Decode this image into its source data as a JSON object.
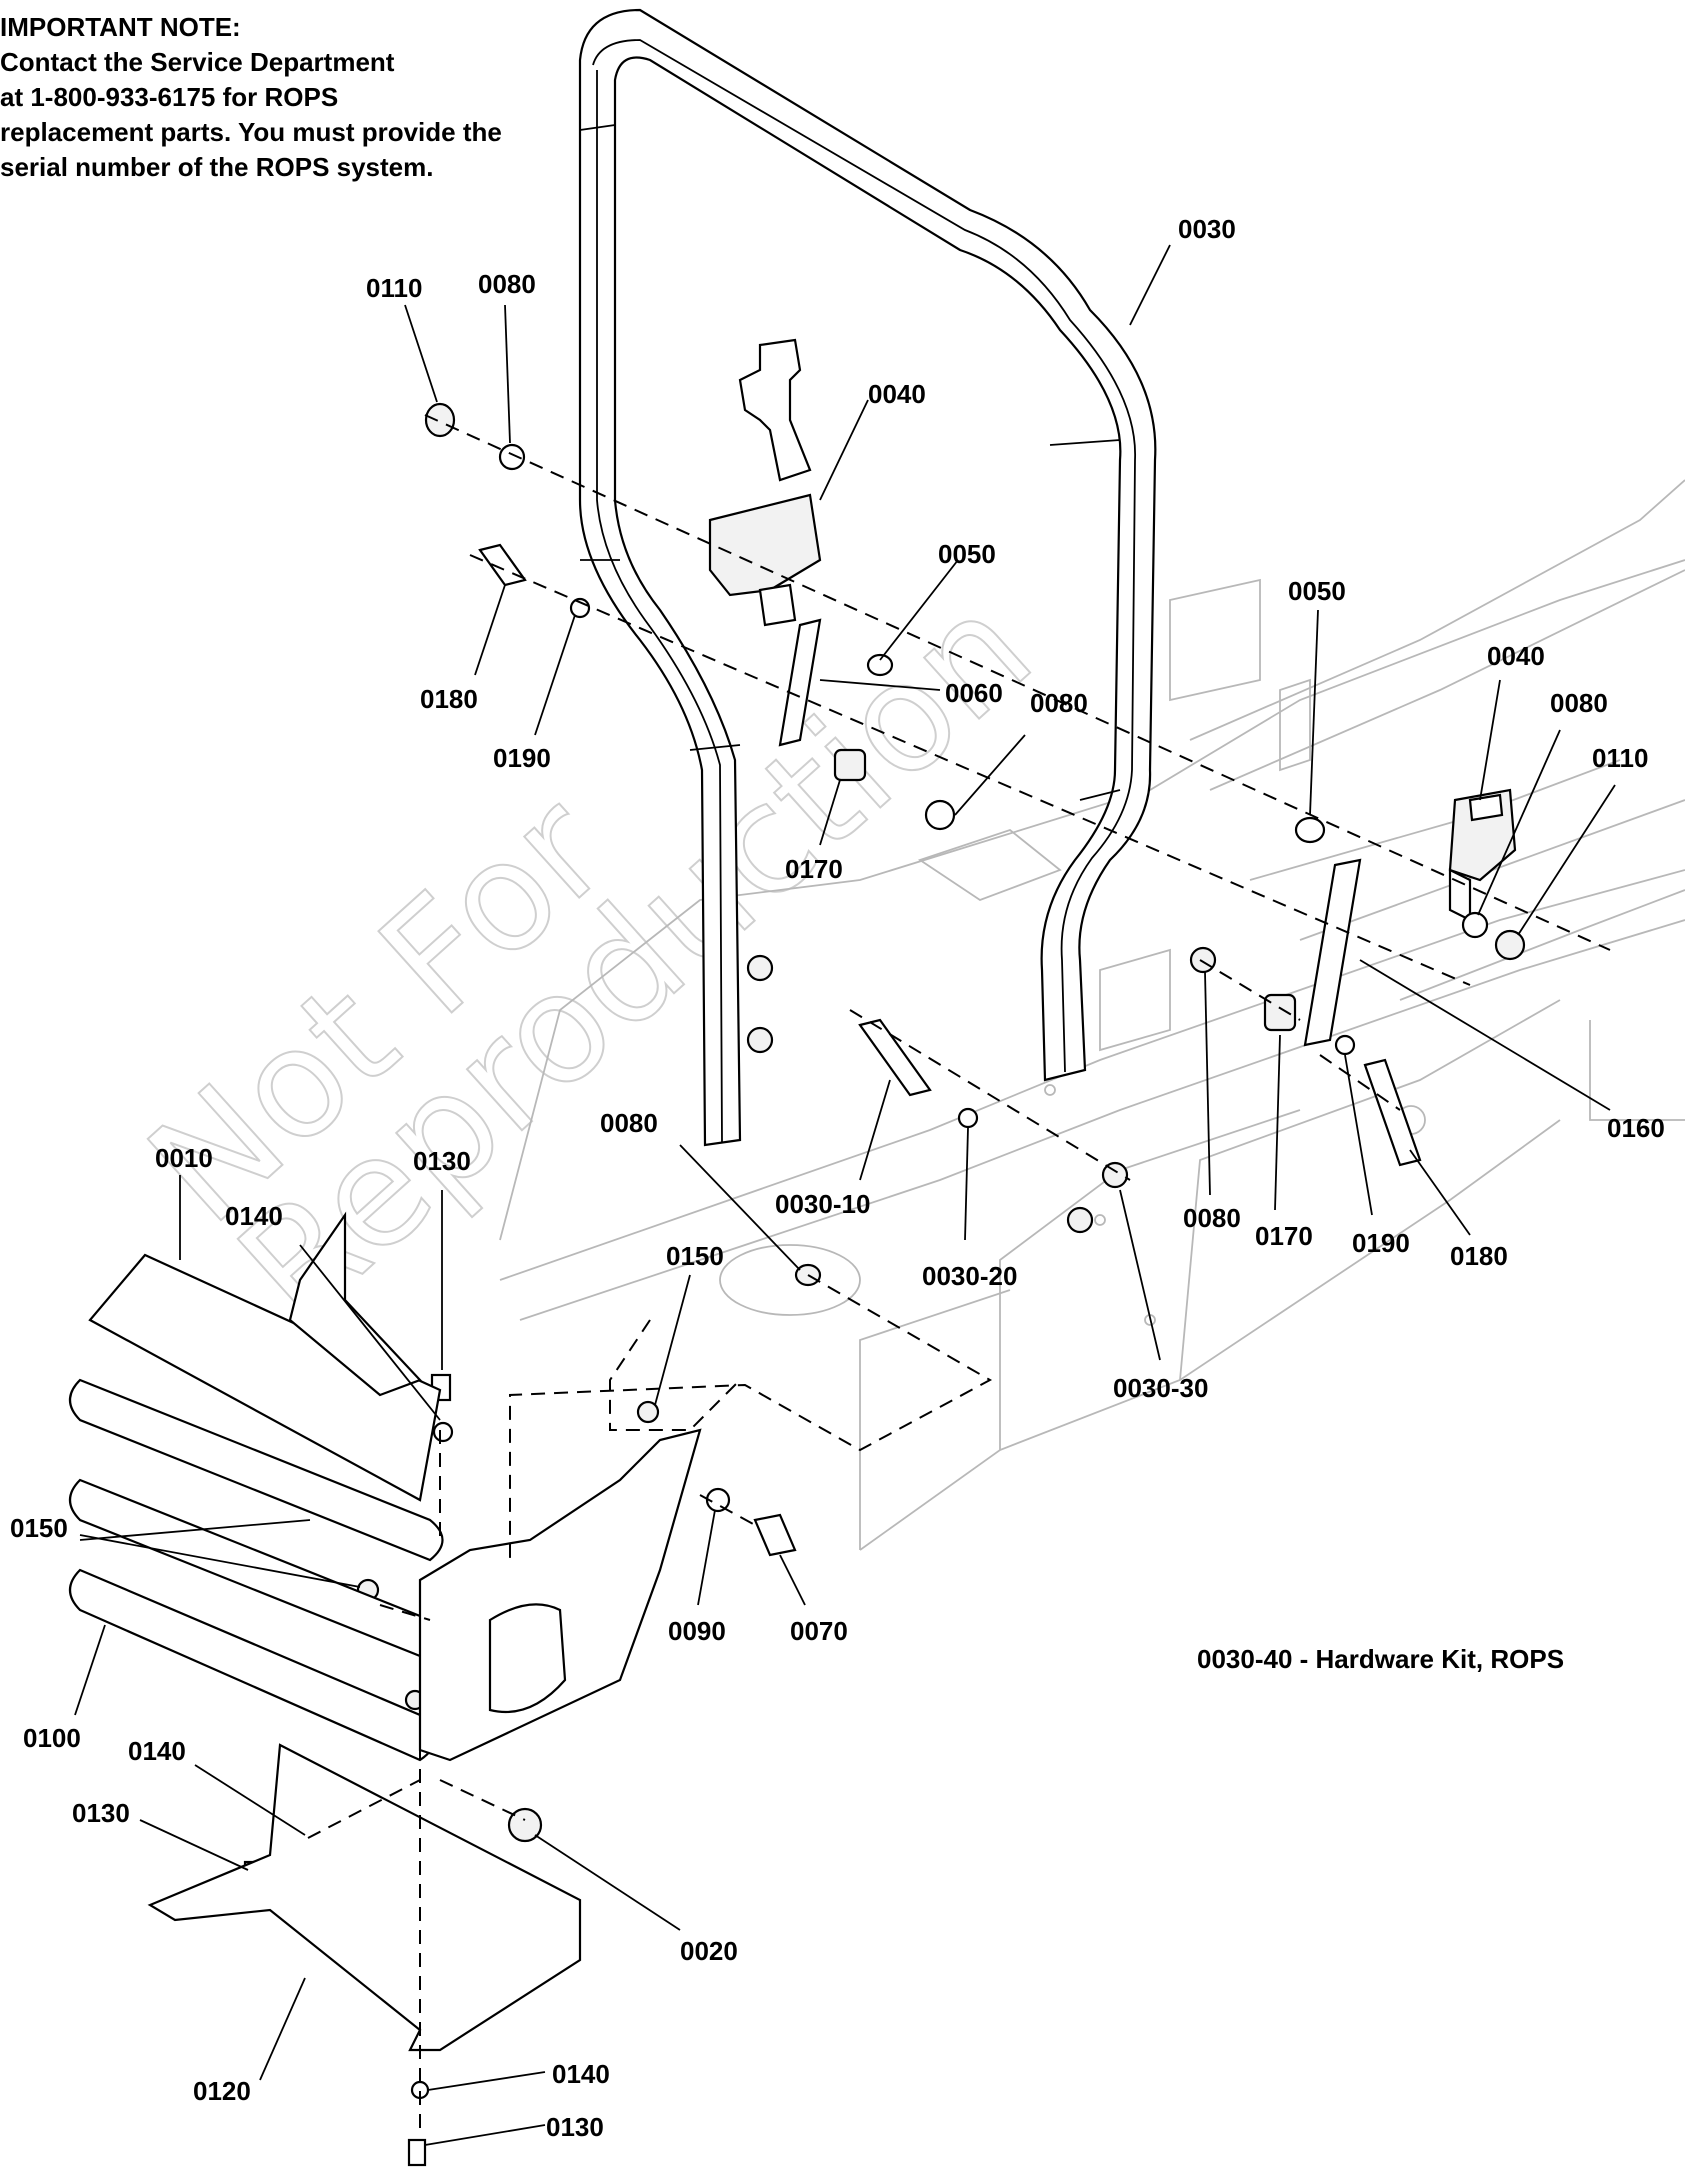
{
  "important_note": {
    "heading": "IMPORTANT NOTE:",
    "lines": [
      "Contact the Service Department",
      "at 1-800-933-6175 for ROPS",
      "replacement parts.  You must provide the",
      "serial number of the ROPS system."
    ]
  },
  "watermark": {
    "line1": "Not For",
    "line2": "Reproduction"
  },
  "kit_caption": "0030-40 - Hardware Kit, ROPS",
  "callouts": [
    "0110",
    "0080",
    "0030",
    "0040",
    "0050",
    "0180",
    "0190",
    "0060",
    "0080",
    "0170",
    "0050",
    "0040",
    "0080",
    "0110",
    "0160",
    "0010",
    "0130",
    "0140",
    "0080",
    "0150",
    "0030-10",
    "0030-20",
    "0030-30",
    "0080",
    "0170",
    "0190",
    "0180",
    "0150",
    "0090",
    "0070",
    "0100",
    "0140",
    "0130",
    "0020",
    "0120",
    "0140",
    "0130"
  ]
}
